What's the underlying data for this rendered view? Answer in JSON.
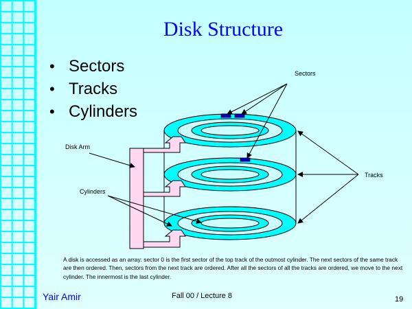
{
  "slide": {
    "title": "Disk Structure",
    "bullets": [
      "Sectors",
      "Tracks",
      "Cylinders"
    ],
    "diagram_labels": {
      "sectors": "Sectors",
      "disk_arm": "Disk Arm",
      "tracks": "Tracks",
      "cylinders": "Cylinders"
    },
    "description": "A disk is accessed as an array: sector 0 is the first sector of the top track of the outmost cylinder. The next sectors of the same track are then ordered. Then, sectors from the next track are ordered. After all the sectors of all the tracks are ordered, we move to the next cylinder. The innermost is the last cylinder.",
    "footer": {
      "author": "Yair Amir",
      "course": "Fall 00 / Lecture 8",
      "page_number": "19"
    }
  },
  "colors": {
    "title": "#0000ff",
    "platter": "#00ffff",
    "sector": "#0000cc",
    "arm": "#ffd9f2",
    "grid": "#00ffff"
  }
}
